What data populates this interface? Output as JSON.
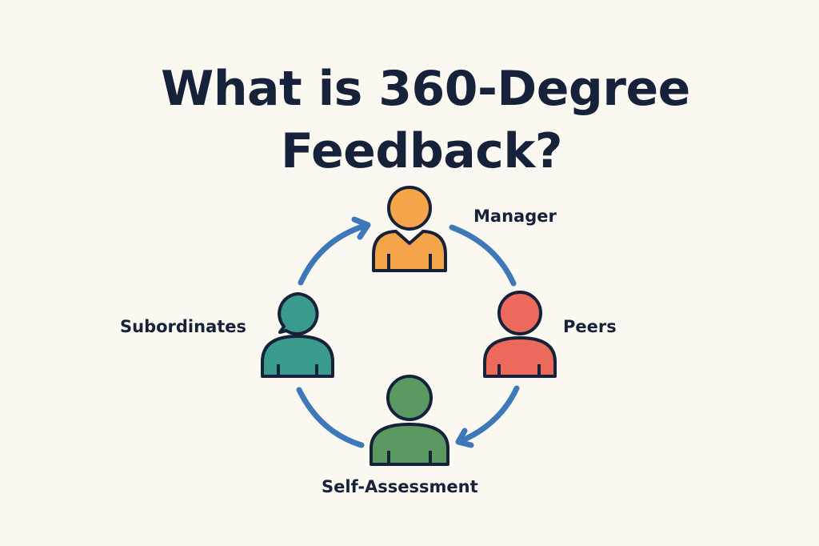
{
  "title": {
    "line1": "What is 360-Degree",
    "line2": "Feedback?"
  },
  "roles": [
    {
      "id": "manager",
      "label": "Manager",
      "color": "#f5a44a",
      "icon": "person-v-neck-icon"
    },
    {
      "id": "peers",
      "label": "Peers",
      "color": "#ec6a5c",
      "icon": "person-icon"
    },
    {
      "id": "self",
      "label": "Self-Assessment",
      "color": "#5a9a62",
      "icon": "person-icon"
    },
    {
      "id": "subordinates",
      "label": "Subordinates",
      "color": "#3a9a8c",
      "icon": "person-speech-icon"
    }
  ],
  "colors": {
    "background": "#fbf8f1",
    "text": "#16213a",
    "arrow": "#3d79b8",
    "outline": "#16213a"
  }
}
